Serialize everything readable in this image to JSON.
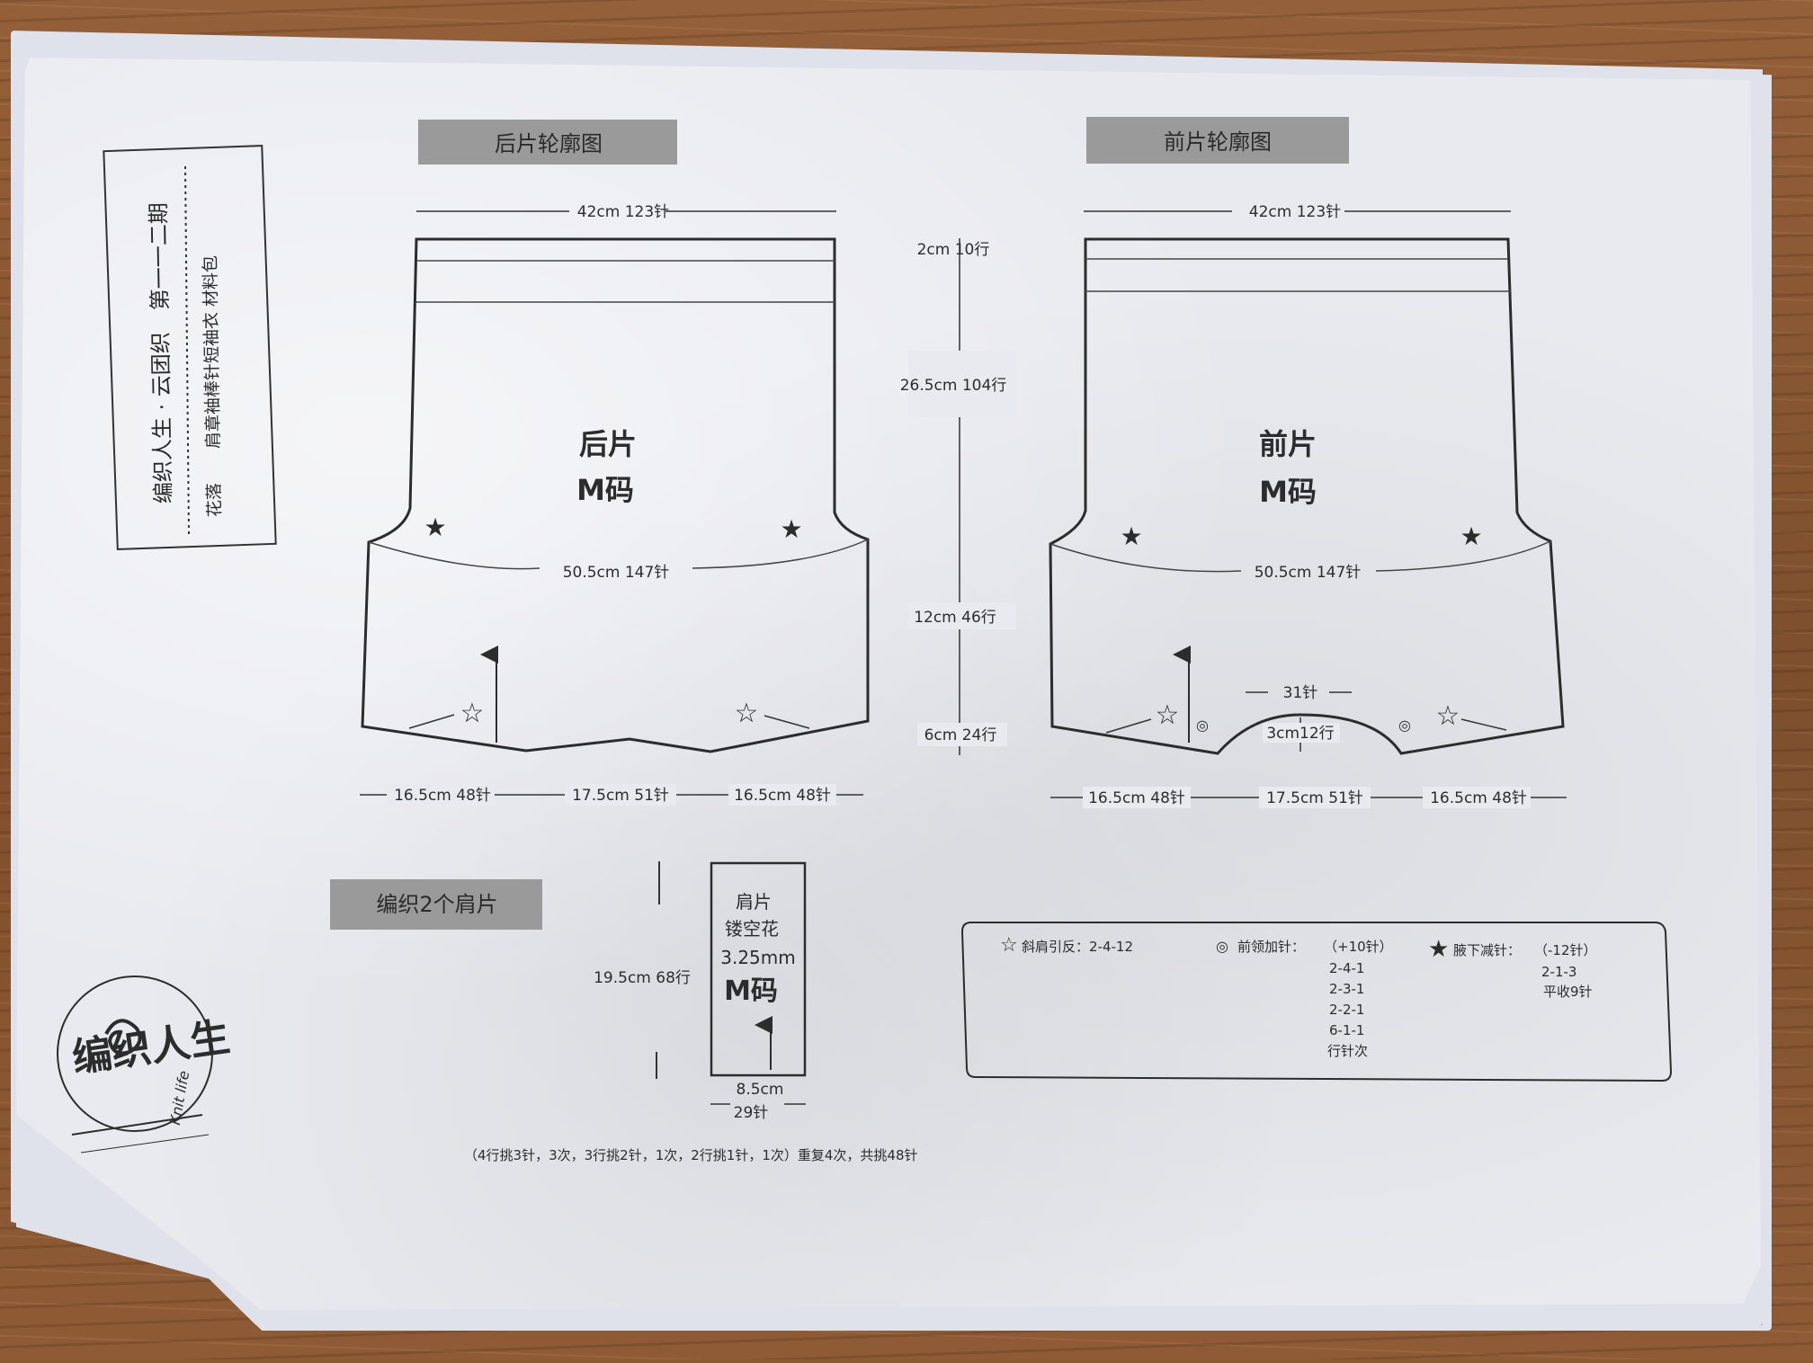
{
  "title_box": {
    "line1": "编织人生 · 云团织　第一一二期",
    "line2": "花落　　肩章袖棒针短袖衣 材料包"
  },
  "back": {
    "header": "后片轮廓图",
    "name": "后片",
    "size": "M码",
    "top_width": "42cm 123针",
    "chest": "50.5cm 147针",
    "bottom_left": "16.5cm 48针",
    "bottom_mid": "17.5cm 51针",
    "bottom_right": "16.5cm 48针"
  },
  "vertical": {
    "v1": "2cm 10行",
    "v2": "26.5cm 104行",
    "v3": "12cm 46行",
    "v4": "6cm 24行"
  },
  "front": {
    "header": "前片轮廓图",
    "name": "前片",
    "size": "M码",
    "top_width": "42cm 123针",
    "chest": "50.5cm 147针",
    "neck_width": "31针",
    "neck_depth": "3cm12行",
    "bottom_left": "16.5cm 48针",
    "bottom_mid": "17.5cm 51针",
    "bottom_right": "16.5cm 48针"
  },
  "shoulder": {
    "header": "编织2个肩片",
    "name": "肩片",
    "stitch": "镂空花",
    "needle": "3.25mm",
    "size": "M码",
    "height": "19.5cm 68行",
    "width_cm": "8.5cm",
    "width_st": "29针",
    "note": "（4行挑3针，3次，3行挑2针，1次，2行挑1针，1次）重复4次，共挑48针"
  },
  "legend": {
    "star_label": "斜肩引反：2-4-12",
    "neck_label": "前领加针：",
    "neck_total": "（+10针）",
    "neck_rows": [
      "2-4-1",
      "2-3-1",
      "2-2-1",
      "6-1-1",
      "行针次"
    ],
    "under_label": "腋下减针：",
    "under_total": "（-12针）",
    "under_rows": [
      "2-1-3",
      "平收9针"
    ]
  },
  "logo": {
    "cn": "编织人生",
    "en": "Knit life"
  }
}
